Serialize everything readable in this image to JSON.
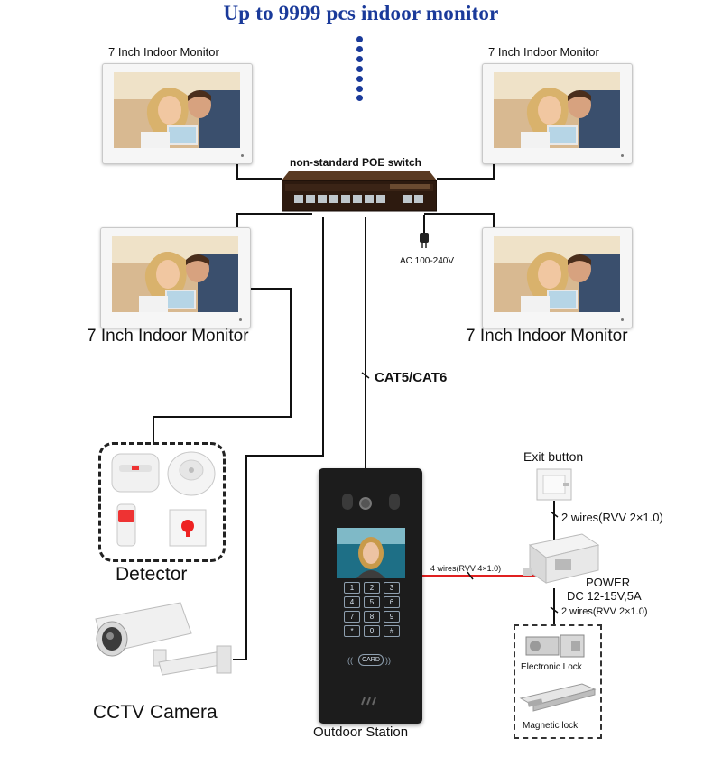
{
  "title": "Up to 9999 pcs indoor monitor",
  "monitors": {
    "top_left_label": "7 Inch Indoor Monitor",
    "top_right_label": "7 Inch Indoor Monitor",
    "bottom_left_label": "7 Inch Indoor Monitor",
    "bottom_right_label": "7 Inch Indoor Monitor"
  },
  "switch": {
    "label": "non-standard POE switch",
    "power_label": "AC 100-240V"
  },
  "cable_label": "CAT5/CAT6",
  "detector_label": "Detector",
  "cctv_label": "CCTV Camera",
  "outdoor": {
    "label": "Outdoor Station",
    "card_text": "CARD",
    "keys": [
      "1",
      "2",
      "3",
      "4",
      "5",
      "6",
      "7",
      "8",
      "9",
      "*",
      "0",
      "#"
    ]
  },
  "wiring": {
    "four_wires": "4 wires(RVV 4×1.0)",
    "exit_button": "Exit button",
    "two_wires_top": "2 wires(RVV 2×1.0)",
    "power_title": "POWER",
    "power_spec": "DC 12-15V,5A",
    "two_wires_bottom": "2 wires(RVV 2×1.0)",
    "electronic_lock": "Electronic Lock",
    "magnetic_lock": "Magnetic lock"
  },
  "colors": {
    "title": "#1a3a9a",
    "line": "#111111",
    "red_wire": "#e02020"
  }
}
